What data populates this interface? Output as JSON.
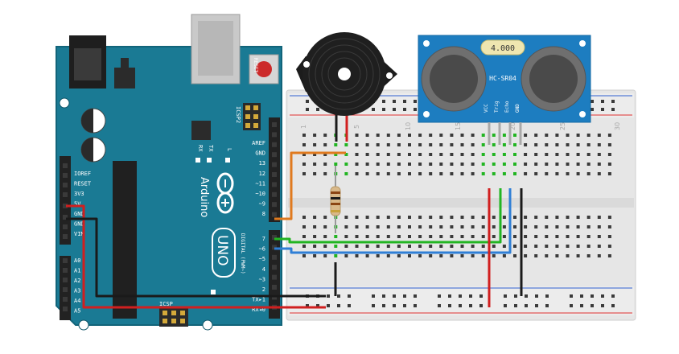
{
  "arduino": {
    "brand": "Arduino",
    "model": "UNO",
    "reset_label": "RESET",
    "icsp2_label": "ICSP2",
    "icsp_label": "ICSP",
    "tx_label": "TX",
    "rx_label": "RX",
    "l_label": "L",
    "digital_label": "DIGITAL (PWM~)",
    "power_pins": [
      "IOREF",
      "RESET",
      "3V3",
      "5V",
      "GND",
      "GND",
      "VIN"
    ],
    "analog_pins": [
      "A0",
      "A1",
      "A2",
      "A3",
      "A4",
      "A5"
    ],
    "digital_pins_upper": [
      "AREF",
      "GND",
      "13",
      "12",
      "~11",
      "~10",
      "~9",
      "8"
    ],
    "digital_pins_lower": [
      "7",
      "~6",
      "~5",
      "4",
      "~3",
      "2",
      "TX▸1",
      "RX◂0"
    ],
    "colors": {
      "board": "#1a7a94",
      "board_edge": "#12647a"
    }
  },
  "sensor": {
    "name": "HC-SR04",
    "crystal_text": "4.000",
    "pins": [
      "VCC",
      "Trig",
      "Echo",
      "GND"
    ],
    "colors": {
      "board": "#1d7dc0"
    }
  },
  "breadboard": {
    "column_numbers": [
      "1",
      "5",
      "10",
      "15",
      "20",
      "25",
      "30"
    ]
  },
  "wires": {
    "colors": {
      "red": "#d11f1f",
      "black": "#1a1a1a",
      "green": "#22b522",
      "blue": "#2f7fd6",
      "orange": "#e07a1f"
    }
  }
}
